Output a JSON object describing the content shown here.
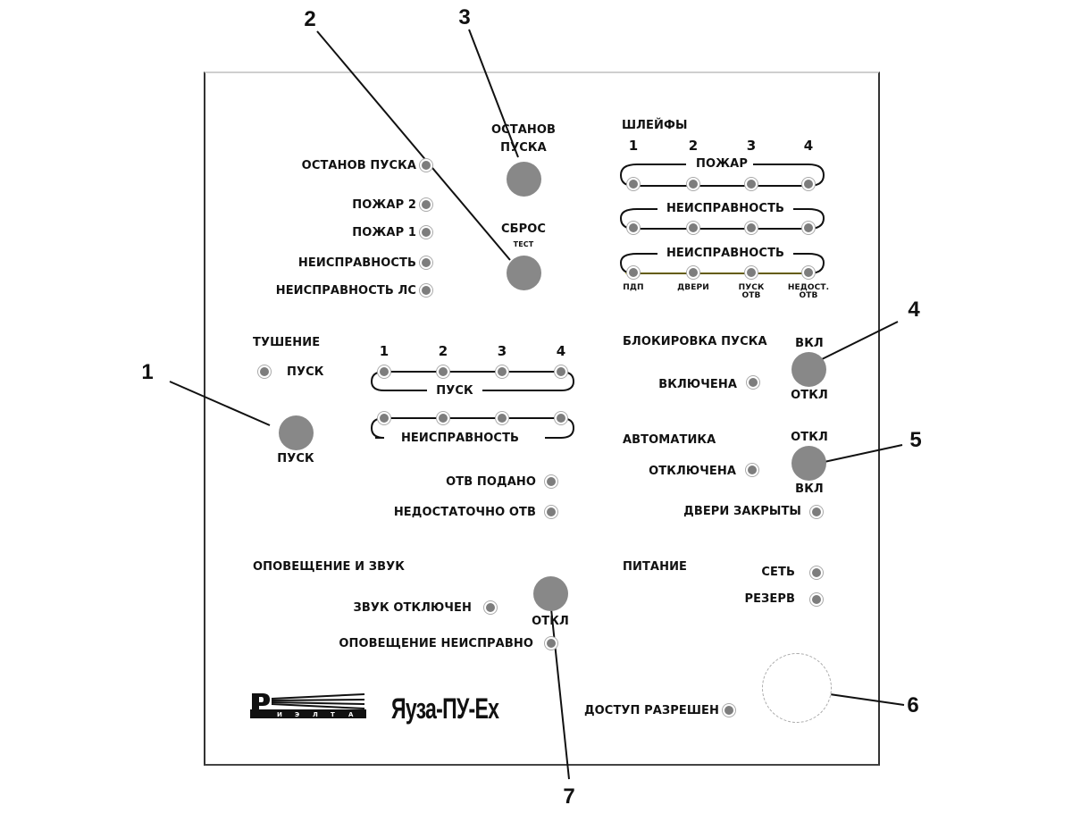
{
  "callouts": [
    "1",
    "2",
    "3",
    "4",
    "5",
    "6",
    "7"
  ],
  "left_indicators": {
    "items": [
      "ОСТАНОВ ПУСКА",
      "ПОЖАР 2",
      "ПОЖАР 1",
      "НЕИСПРАВНОСТЬ",
      "НЕИСПРАВНОСТЬ ЛС"
    ]
  },
  "buttons": {
    "stop_start": {
      "line1": "ОСТАНОВ",
      "line2": "ПУСКА"
    },
    "reset": {
      "label": "СБРОС",
      "sub": "ТЕСТ"
    },
    "start": {
      "label": "ПУСК"
    },
    "block_start": {
      "top": "ВКЛ",
      "bottom": "ОТКЛ"
    },
    "automatic": {
      "top": "ОТКЛ",
      "bottom": "ВКЛ"
    },
    "sound_off": {
      "label": "ОТКЛ"
    }
  },
  "loops": {
    "title": "ШЛЕЙФЫ",
    "numbers": [
      "1",
      "2",
      "3",
      "4"
    ],
    "row_fire": "ПОЖАР",
    "row_fault": "НЕИСПРАВНОСТЬ",
    "row_fault2": "НЕИСПРАВНОСТЬ",
    "bottom_labels": [
      "ПДП",
      "ДВЕРИ",
      "ПУСК\nОТВ",
      "НЕДОСТ.\nОТВ"
    ]
  },
  "extinguish": {
    "title": "ТУШЕНИЕ",
    "start_led": "ПУСК",
    "numbers": [
      "1",
      "2",
      "3",
      "4"
    ],
    "row_start": "ПУСК",
    "row_fault": "НЕИСПРАВНОСТЬ",
    "otv_supplied": "ОТВ ПОДАНО",
    "otv_insufficient": "НЕДОСТАТОЧНО ОТВ"
  },
  "block": {
    "title": "БЛОКИРОВКА ПУСКА",
    "led": "ВКЛЮЧЕНА"
  },
  "auto": {
    "title": "АВТОМАТИКА",
    "led": "ОТКЛЮЧЕНА",
    "doors": "ДВЕРИ ЗАКРЫТЫ"
  },
  "alarm": {
    "title": "ОПОВЕЩЕНИЕ И ЗВУК",
    "sound_off": "ЗВУК ОТКЛЮЧЕН",
    "alarm_fault": "ОПОВЕЩЕНИЕ НЕИСПРАВНО"
  },
  "power": {
    "title": "ПИТАНИЕ",
    "mains": "СЕТЬ",
    "reserve": "РЕЗЕРВ"
  },
  "access": {
    "led": "ДОСТУП РАЗРЕШЕН"
  },
  "brand": {
    "logo_text": "РИЭЛТА",
    "model": "Яуза-ПУ-Ех"
  },
  "colors": {
    "button": "#888888",
    "led": "#7d7d7d",
    "line": "#111111"
  }
}
